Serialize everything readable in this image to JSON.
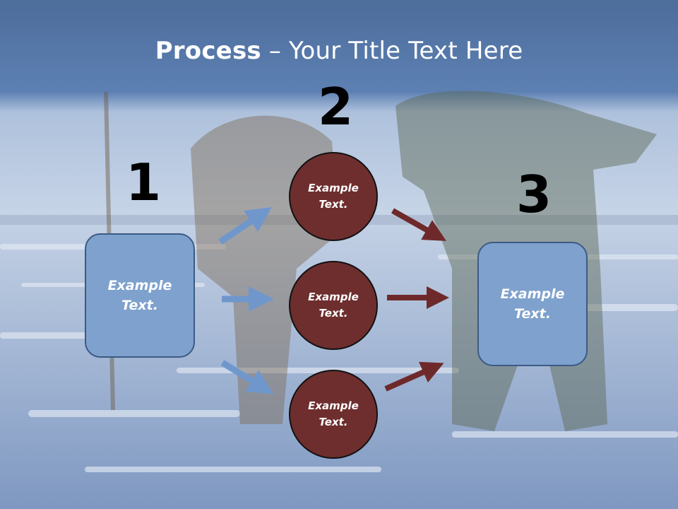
{
  "title": {
    "bold": "Process",
    "rest": " – Your Title Text Here"
  },
  "steps": {
    "one": "1",
    "two": "2",
    "three": "3"
  },
  "left_box": {
    "line1": "Example",
    "line2": "Text."
  },
  "right_box": {
    "line1": "Example",
    "line2": "Text."
  },
  "circles": [
    {
      "line1": "Example",
      "line2": "Text."
    },
    {
      "line1": "Example",
      "line2": "Text."
    },
    {
      "line1": "Example",
      "line2": "Text."
    }
  ],
  "colors": {
    "box_fill": "#7ea1cd",
    "circle_fill": "#6e2e2e",
    "blue_arrow": "#6f97cc",
    "red_arrow": "#6e2a2a"
  }
}
